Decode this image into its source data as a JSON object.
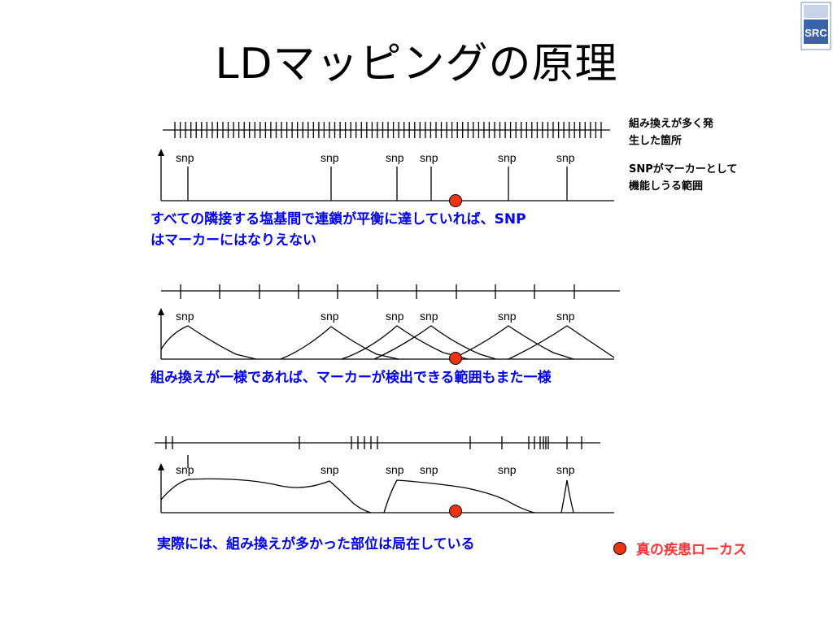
{
  "title": "LDマッピングの原理",
  "logo": {
    "text": "SRC"
  },
  "notes": {
    "hotspot_line1": "組み換えが多く発",
    "hotspot_line2": "生した箇所",
    "range_line1": "SNPがマーカーとして",
    "range_line2": "機能しうる範囲"
  },
  "snp_label": "snp",
  "panels": [
    {
      "caption_line1": "すべての隣接する塩基間で連鎖が平衡に達していれば、SNP",
      "caption_line2": "はマーカーにはなりえない"
    },
    {
      "caption_line1": "組み換えが一様であれば、マーカーが検出できる範囲もまた一様"
    },
    {
      "caption_line1": "実際には、組み換えが多かった部位は局在している"
    }
  ],
  "legend": {
    "label": "真の疾患ローカス",
    "color": "#ee3311"
  }
}
